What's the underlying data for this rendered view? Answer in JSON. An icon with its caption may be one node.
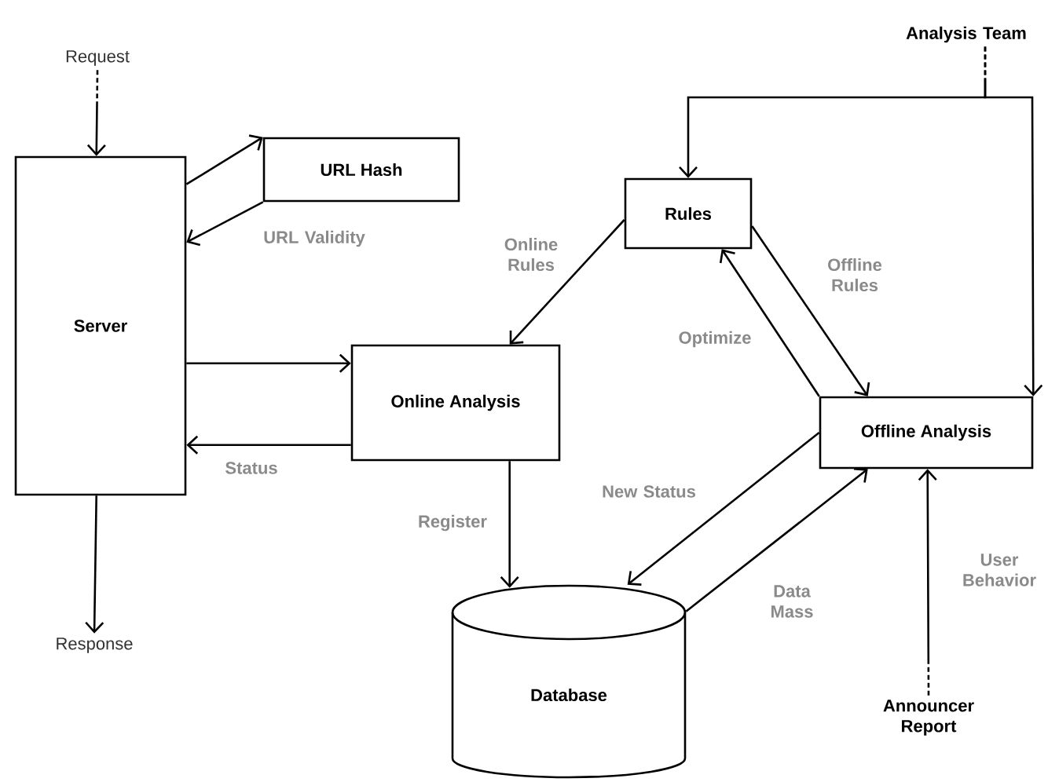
{
  "diagram": {
    "nodes": [
      {
        "text": [
          "Request"
        ]
      },
      {
        "text": [
          "Server"
        ]
      },
      {
        "text": [
          "URL Hash"
        ]
      },
      {
        "text": [
          "Online Analysis"
        ]
      },
      {
        "text": [
          "Rules"
        ]
      },
      {
        "text": [
          "Offline Analysis"
        ]
      },
      {
        "text": [
          "Database"
        ]
      },
      {
        "text": [
          "Analysis Team"
        ]
      },
      {
        "text": [
          "Announcer Report"
        ]
      },
      {
        "text": [
          "Response"
        ]
      }
    ],
    "edges": [
      {
        "from": 0,
        "to": 1,
        "arrow": "to",
        "style": "dashed"
      },
      {
        "from": 1,
        "to": 2,
        "arrow": "to"
      },
      {
        "from": 2,
        "to": 1,
        "arrow": "to",
        "label": "URL Validity"
      },
      {
        "from": 1,
        "to": 3,
        "arrow": "to"
      },
      {
        "from": 3,
        "to": 1,
        "arrow": "to",
        "label": "Status"
      },
      {
        "from": 4,
        "to": 3,
        "arrow": "to",
        "label": "Online Rules"
      },
      {
        "from": 4,
        "to": 5,
        "arrow": "to",
        "label": "Offline Rules"
      },
      {
        "from": 5,
        "to": 4,
        "arrow": "to",
        "label": "Optimize"
      },
      {
        "from": 5,
        "to": 6,
        "arrow": "to",
        "label": "New Status"
      },
      {
        "from": 6,
        "to": 5,
        "arrow": "to",
        "label": "Data Mass"
      },
      {
        "from": 3,
        "to": 6,
        "arrow": "to",
        "label": "Register"
      },
      {
        "from": 7,
        "to": 4,
        "arrow": "to",
        "style": "dashed"
      },
      {
        "from": 7,
        "to": 5,
        "arrow": "to",
        "style": "dashed"
      },
      {
        "from": 8,
        "to": 5,
        "arrow": "to",
        "label": "User Behavior",
        "style": "dashed"
      },
      {
        "from": 1,
        "to": 9,
        "arrow": "to"
      }
    ]
  }
}
